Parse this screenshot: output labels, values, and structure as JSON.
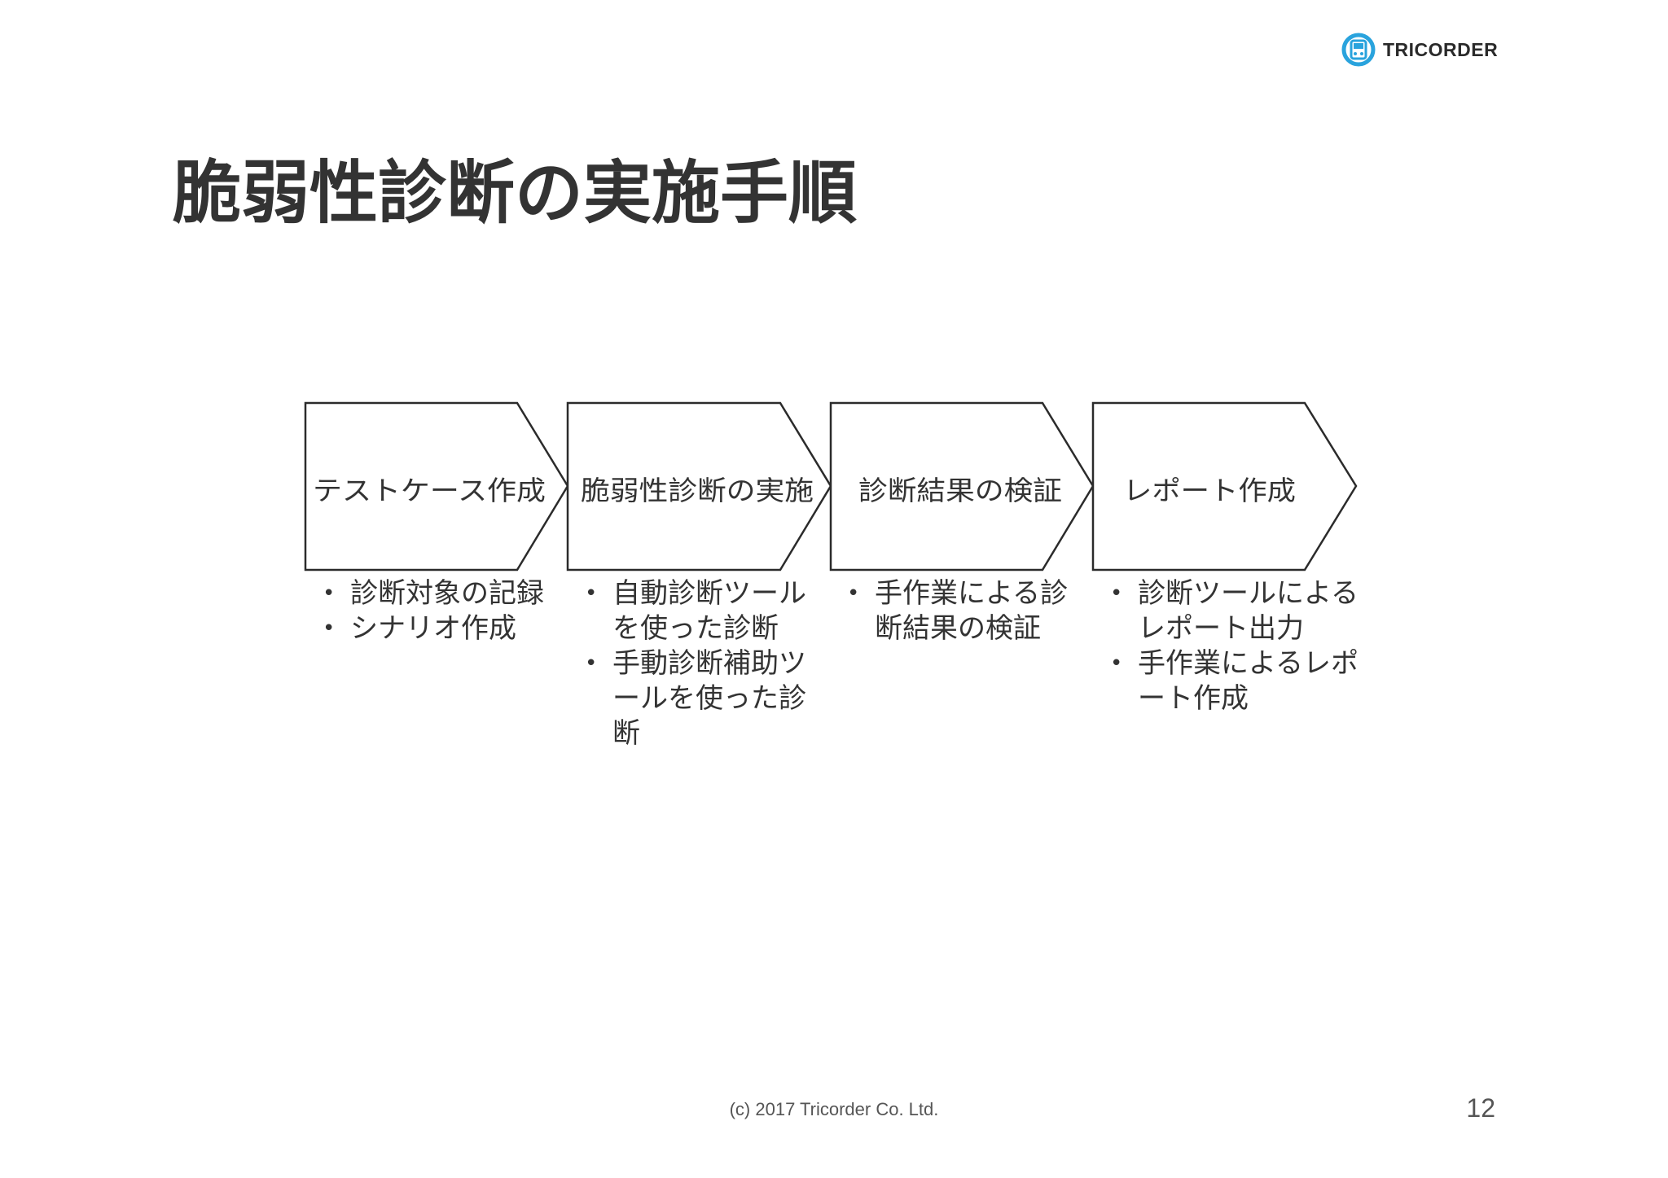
{
  "header": {
    "logo_text": "TRICORDER",
    "logo_icon": "tricorder-logo-icon",
    "accent": "#29a3dd"
  },
  "title": "脆弱性診断の実施手順",
  "steps": [
    {
      "label": "テストケース作成",
      "notes": [
        "診断対象の記録",
        "シナリオ作成"
      ]
    },
    {
      "label": "脆弱性診断の実施",
      "notes": [
        "自動診断ツールを使った診断",
        "手動診断補助ツールを使った診断"
      ]
    },
    {
      "label": "診断結果の検証",
      "notes": [
        "手作業による診断結果の検証"
      ]
    },
    {
      "label": "レポート作成",
      "notes": [
        "診断ツールによるレポート出力",
        "手作業によるレポート作成"
      ]
    }
  ],
  "footer": {
    "copyright": "(c) 2017 Tricorder Co. Ltd.",
    "page_number": "12"
  }
}
